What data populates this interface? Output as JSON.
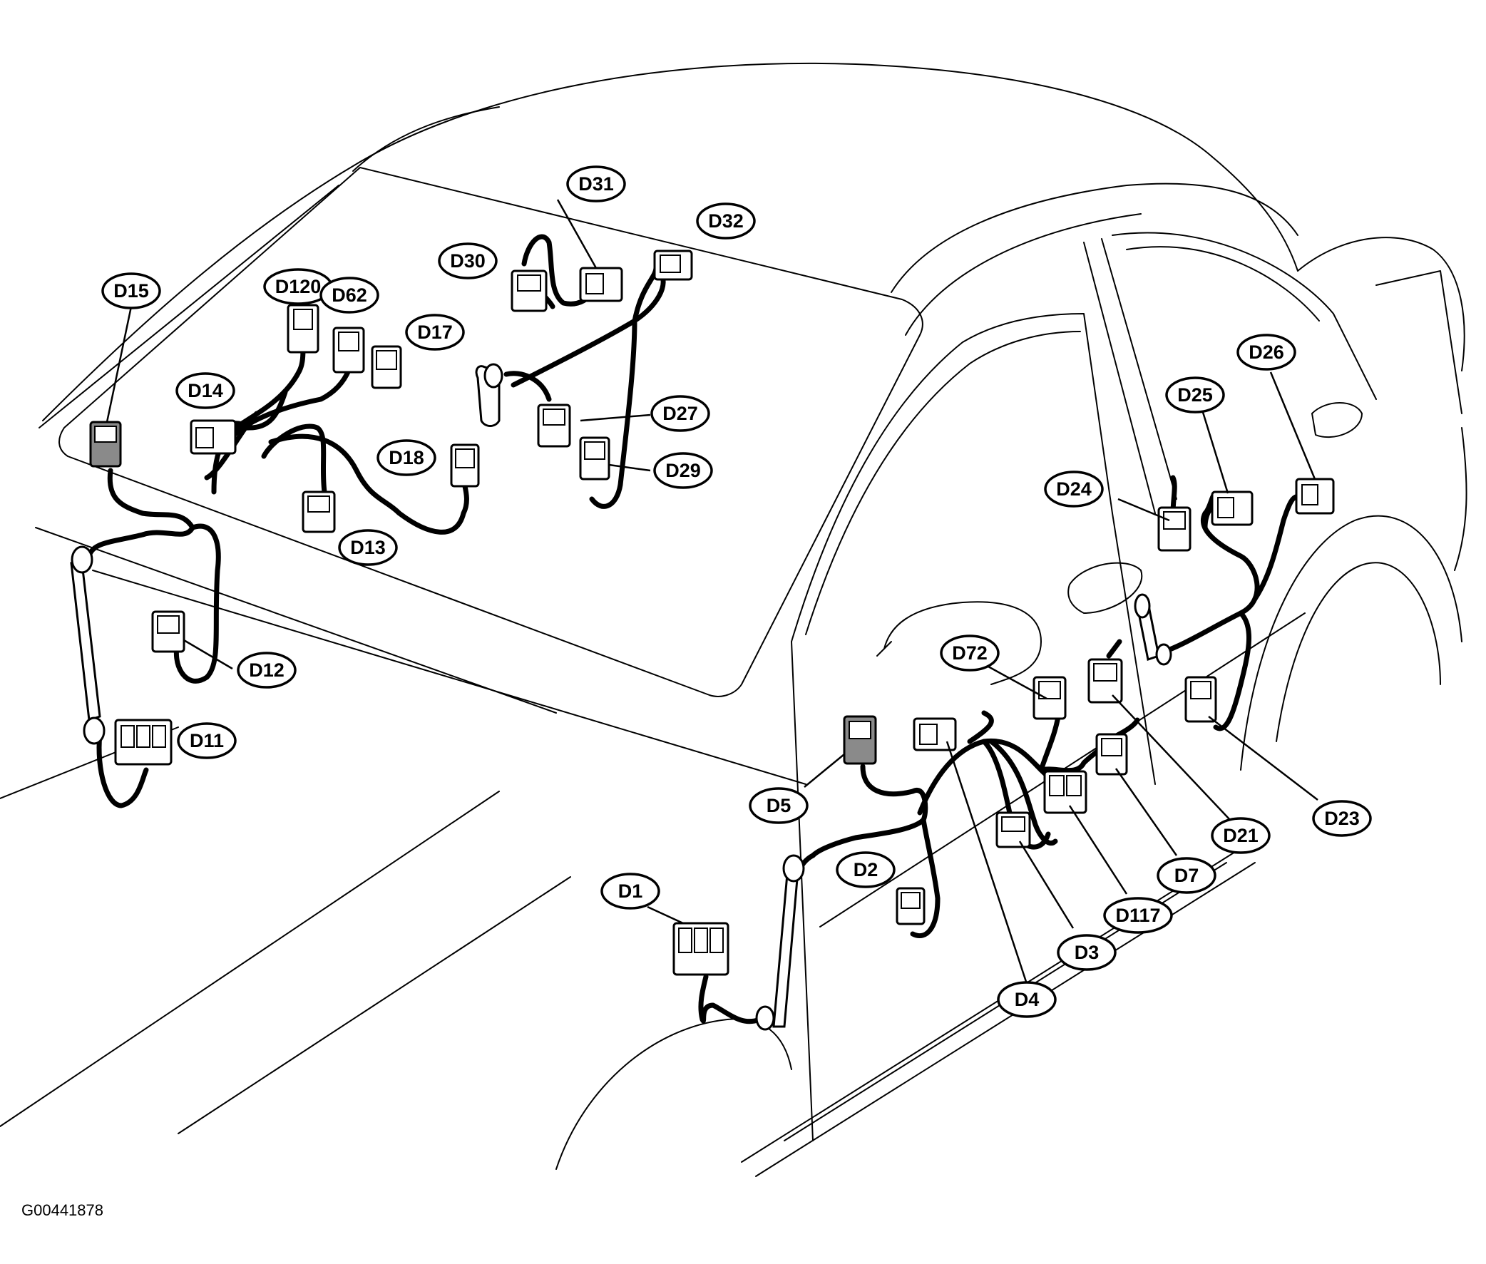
{
  "diagram": {
    "figure_id": "G00441878",
    "callouts": [
      {
        "id": "d15",
        "label": "D15"
      },
      {
        "id": "d120",
        "label": "D120"
      },
      {
        "id": "d62",
        "label": "D62"
      },
      {
        "id": "d17",
        "label": "D17"
      },
      {
        "id": "d14",
        "label": "D14"
      },
      {
        "id": "d18",
        "label": "D18"
      },
      {
        "id": "d13",
        "label": "D13"
      },
      {
        "id": "d30",
        "label": "D30"
      },
      {
        "id": "d31",
        "label": "D31"
      },
      {
        "id": "d32",
        "label": "D32"
      },
      {
        "id": "d27",
        "label": "D27"
      },
      {
        "id": "d29",
        "label": "D29"
      },
      {
        "id": "d12",
        "label": "D12"
      },
      {
        "id": "d11",
        "label": "D11"
      },
      {
        "id": "d1",
        "label": "D1"
      },
      {
        "id": "d5",
        "label": "D5"
      },
      {
        "id": "d2",
        "label": "D2"
      },
      {
        "id": "d72",
        "label": "D72"
      },
      {
        "id": "d4",
        "label": "D4"
      },
      {
        "id": "d3",
        "label": "D3"
      },
      {
        "id": "d117",
        "label": "D117"
      },
      {
        "id": "d7",
        "label": "D7"
      },
      {
        "id": "d21",
        "label": "D21"
      },
      {
        "id": "d23",
        "label": "D23"
      },
      {
        "id": "d24",
        "label": "D24"
      },
      {
        "id": "d25",
        "label": "D25"
      },
      {
        "id": "d26",
        "label": "D26"
      }
    ]
  }
}
